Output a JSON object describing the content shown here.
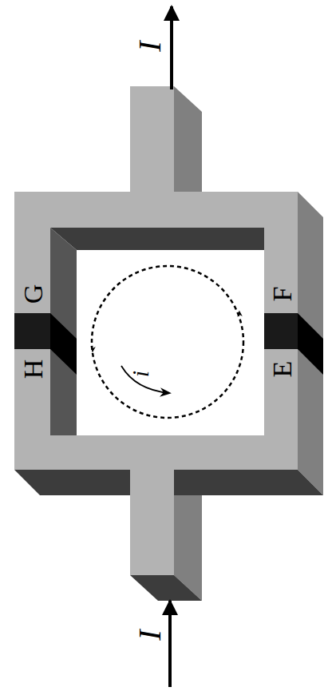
{
  "diagram": {
    "labels": [
      "I",
      "G",
      "H",
      "F",
      "E",
      "i",
      "I"
    ]
  }
}
